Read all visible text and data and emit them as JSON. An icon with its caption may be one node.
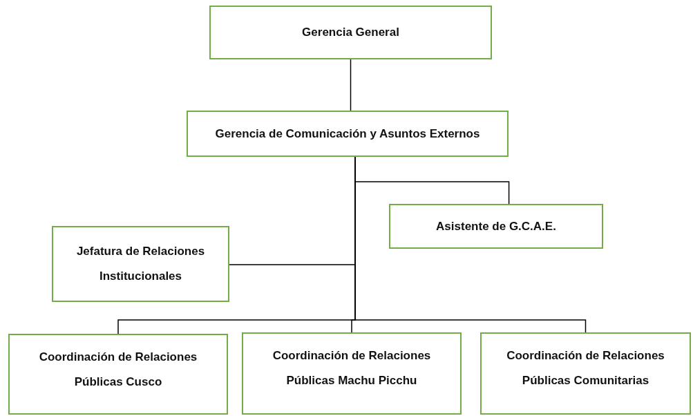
{
  "diagram": {
    "nodes": [
      {
        "text": [
          "Gerencia General"
        ]
      },
      {
        "text": [
          "Gerencia de Comunicación y Asuntos Externos"
        ]
      },
      {
        "text": [
          "Asistente de G.C.A.E."
        ]
      },
      {
        "text": [
          "Jefatura de Relaciones Institucionales"
        ]
      },
      {
        "text": [
          "Coordinación de Relaciones Públicas Cusco"
        ]
      },
      {
        "text": [
          "Coordinación de Relaciones Públicas Machu Picchu"
        ]
      },
      {
        "text": [
          "Coordinación de Relaciones Públicas Comunitarias"
        ]
      }
    ],
    "edges": [
      {
        "from": 0,
        "to": 1,
        "arrow": "none"
      },
      {
        "from": 1,
        "to": 2,
        "arrow": "none"
      },
      {
        "from": 1,
        "to": 3,
        "arrow": "none"
      },
      {
        "from": 1,
        "to": 4,
        "arrow": "none"
      },
      {
        "from": 1,
        "to": 5,
        "arrow": "none"
      },
      {
        "from": 1,
        "to": 6,
        "arrow": "none"
      }
    ]
  }
}
